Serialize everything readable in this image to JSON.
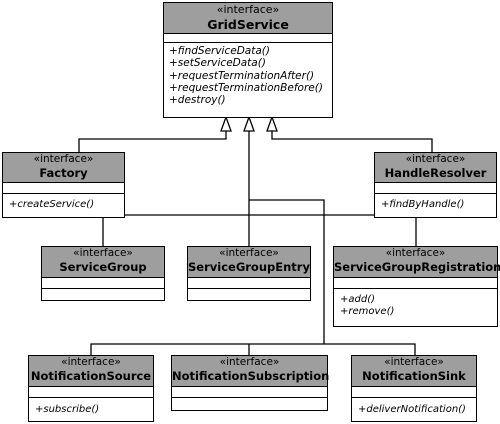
{
  "classes": {
    "grid_service": {
      "stereotype": "«interface»",
      "name": "GridService",
      "operations": [
        "+findServiceData()",
        "+setServiceData()",
        "+requestTerminationAfter()",
        "+requestTerminationBefore()",
        "+destroy()"
      ]
    },
    "factory": {
      "stereotype": "«interface»",
      "name": "Factory",
      "operations": [
        "+createService()"
      ]
    },
    "handle_resolver": {
      "stereotype": "«interface»",
      "name": "HandleResolver",
      "operations": [
        "+findByHandle()"
      ]
    },
    "service_group": {
      "stereotype": "«interface»",
      "name": "ServiceGroup",
      "operations": []
    },
    "service_group_entry": {
      "stereotype": "«interface»",
      "name": "ServiceGroupEntry",
      "operations": []
    },
    "service_group_registration": {
      "stereotype": "«interface»",
      "name": "ServiceGroupRegistration",
      "operations": [
        "+add()",
        "+remove()"
      ]
    },
    "notification_source": {
      "stereotype": "«interface»",
      "name": "NotificationSource",
      "operations": [
        "+subscribe()"
      ]
    },
    "notification_subscription": {
      "stereotype": "«interface»",
      "name": "NotificationSubscription",
      "operations": []
    },
    "notification_sink": {
      "stereotype": "«interface»",
      "name": "NotificationSink",
      "operations": [
        "+deliverNotification()"
      ]
    }
  },
  "colors": {
    "header_fill": "#9e9e9e",
    "line": "#000000",
    "background": "#ffffff"
  }
}
